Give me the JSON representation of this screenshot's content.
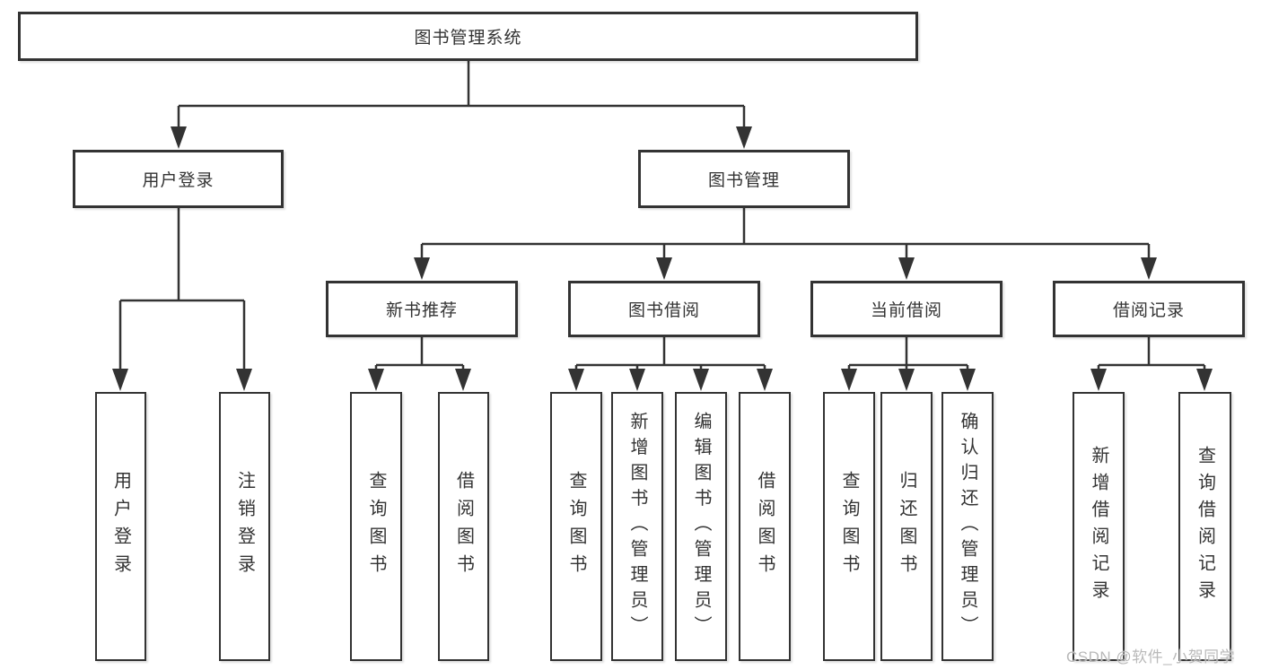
{
  "colors": {
    "line": "#333333",
    "text": "#333333",
    "background": "#ffffff",
    "watermark_text": "#b9b9b9"
  },
  "tree": {
    "root": {
      "label": "图书管理系统",
      "children": [
        {
          "label": "用户登录",
          "children": [
            {
              "label": "用户登录"
            },
            {
              "label": "注销登录"
            }
          ]
        },
        {
          "label": "图书管理",
          "children": [
            {
              "label": "新书推荐",
              "children": [
                {
                  "label": "查询图书"
                },
                {
                  "label": "借阅图书"
                }
              ]
            },
            {
              "label": "图书借阅",
              "children": [
                {
                  "label": "查询图书"
                },
                {
                  "label": "新增图书（管理员）"
                },
                {
                  "label": "编辑图书（管理员）"
                },
                {
                  "label": "借阅图书"
                }
              ]
            },
            {
              "label": "当前借阅",
              "children": [
                {
                  "label": "查询图书"
                },
                {
                  "label": "归还图书"
                },
                {
                  "label": "确认归还（管理员）"
                }
              ]
            },
            {
              "label": "借阅记录",
              "children": [
                {
                  "label": "新增借阅记录"
                },
                {
                  "label": "查询借阅记录"
                }
              ]
            }
          ]
        }
      ]
    }
  },
  "watermark": {
    "text": "CSDN @软件_小贺同学"
  }
}
